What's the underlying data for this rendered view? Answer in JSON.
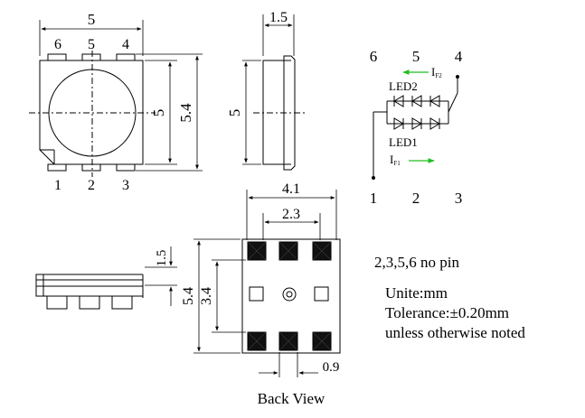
{
  "front_view": {
    "width_dim": "5",
    "height_dim": "5",
    "height_outer_dim": "5.4",
    "top_pins": [
      "6",
      "5",
      "4"
    ],
    "bottom_pins": [
      "1",
      "2",
      "3"
    ]
  },
  "side_view": {
    "thickness_dim": "1.5",
    "height_dim": "5"
  },
  "schematic": {
    "top_labels": [
      "6",
      "5",
      "4"
    ],
    "bottom_labels": [
      "1",
      "2",
      "3"
    ],
    "led2_label": "LED2",
    "led1_label": "LED1",
    "if2_label": "I",
    "if2_sub": "F2",
    "if1_label": "I",
    "if1_sub": "F1",
    "arrow_color": "#1fbf1f"
  },
  "back_view": {
    "outer_width_dim": "4.1",
    "pad_pitch_dim": "2.3",
    "height_outer_dim": "5.4",
    "height_inner_dim": "3.4",
    "pad_width_dim": "0.9",
    "caption": "Back View"
  },
  "bottom_side_view": {
    "thickness_dim": "1.5"
  },
  "notes": {
    "no_pin": "2,3,5,6 no pin",
    "unit": "Unite:mm",
    "tolerance": "Tolerance:±0.20mm",
    "unless": "unless otherwise noted"
  }
}
